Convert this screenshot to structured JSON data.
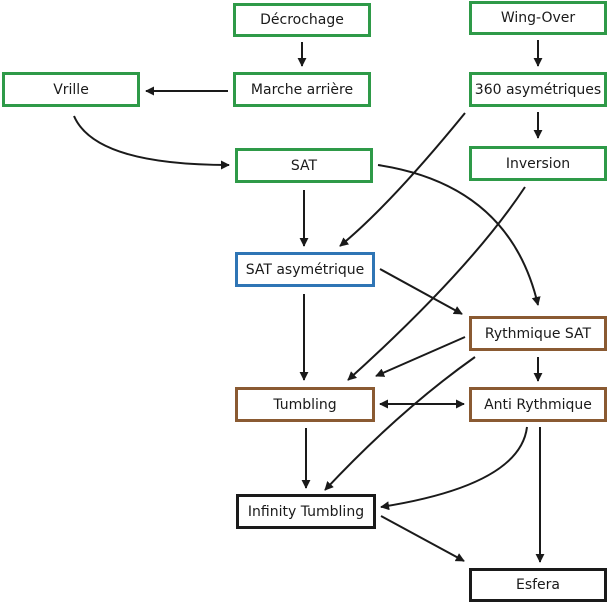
{
  "diagram": {
    "colors": {
      "green": "#2e9a48",
      "blue": "#2f75b5",
      "brown": "#8a5a32",
      "black": "#1a1a1a",
      "edge": "#1a1a1a"
    },
    "nodes": [
      {
        "id": "decrochage",
        "label": "Décrochage",
        "color": "green"
      },
      {
        "id": "wingover",
        "label": "Wing-Over",
        "color": "green"
      },
      {
        "id": "vrille",
        "label": "Vrille",
        "color": "green"
      },
      {
        "id": "marche",
        "label": "Marche arrière",
        "color": "green"
      },
      {
        "id": "asym360",
        "label": "360 asymétriques",
        "color": "green"
      },
      {
        "id": "sat",
        "label": "SAT",
        "color": "green"
      },
      {
        "id": "inversion",
        "label": "Inversion",
        "color": "green"
      },
      {
        "id": "satasym",
        "label": "SAT asymétrique",
        "color": "blue"
      },
      {
        "id": "rythsat",
        "label": "Rythmique SAT",
        "color": "brown"
      },
      {
        "id": "tumbling",
        "label": "Tumbling",
        "color": "brown"
      },
      {
        "id": "antiryth",
        "label": "Anti Rythmique",
        "color": "brown"
      },
      {
        "id": "infinity",
        "label": "Infinity Tumbling",
        "color": "black"
      },
      {
        "id": "esfera",
        "label": "Esfera",
        "color": "black"
      }
    ],
    "edges": [
      {
        "from": "decrochage",
        "to": "marche"
      },
      {
        "from": "wingover",
        "to": "asym360"
      },
      {
        "from": "marche",
        "to": "vrille"
      },
      {
        "from": "vrille",
        "to": "sat"
      },
      {
        "from": "asym360",
        "to": "inversion"
      },
      {
        "from": "asym360",
        "to": "satasym"
      },
      {
        "from": "sat",
        "to": "satasym"
      },
      {
        "from": "sat",
        "to": "rythsat"
      },
      {
        "from": "inversion",
        "to": "tumbling"
      },
      {
        "from": "satasym",
        "to": "tumbling"
      },
      {
        "from": "satasym",
        "to": "rythsat"
      },
      {
        "from": "rythsat",
        "to": "tumbling"
      },
      {
        "from": "rythsat",
        "to": "antiryth"
      },
      {
        "from": "rythsat",
        "to": "infinity"
      },
      {
        "from": "tumbling",
        "to": "antiryth",
        "bidirectional": true
      },
      {
        "from": "tumbling",
        "to": "infinity"
      },
      {
        "from": "antiryth",
        "to": "infinity"
      },
      {
        "from": "antiryth",
        "to": "esfera"
      },
      {
        "from": "infinity",
        "to": "esfera"
      }
    ]
  }
}
